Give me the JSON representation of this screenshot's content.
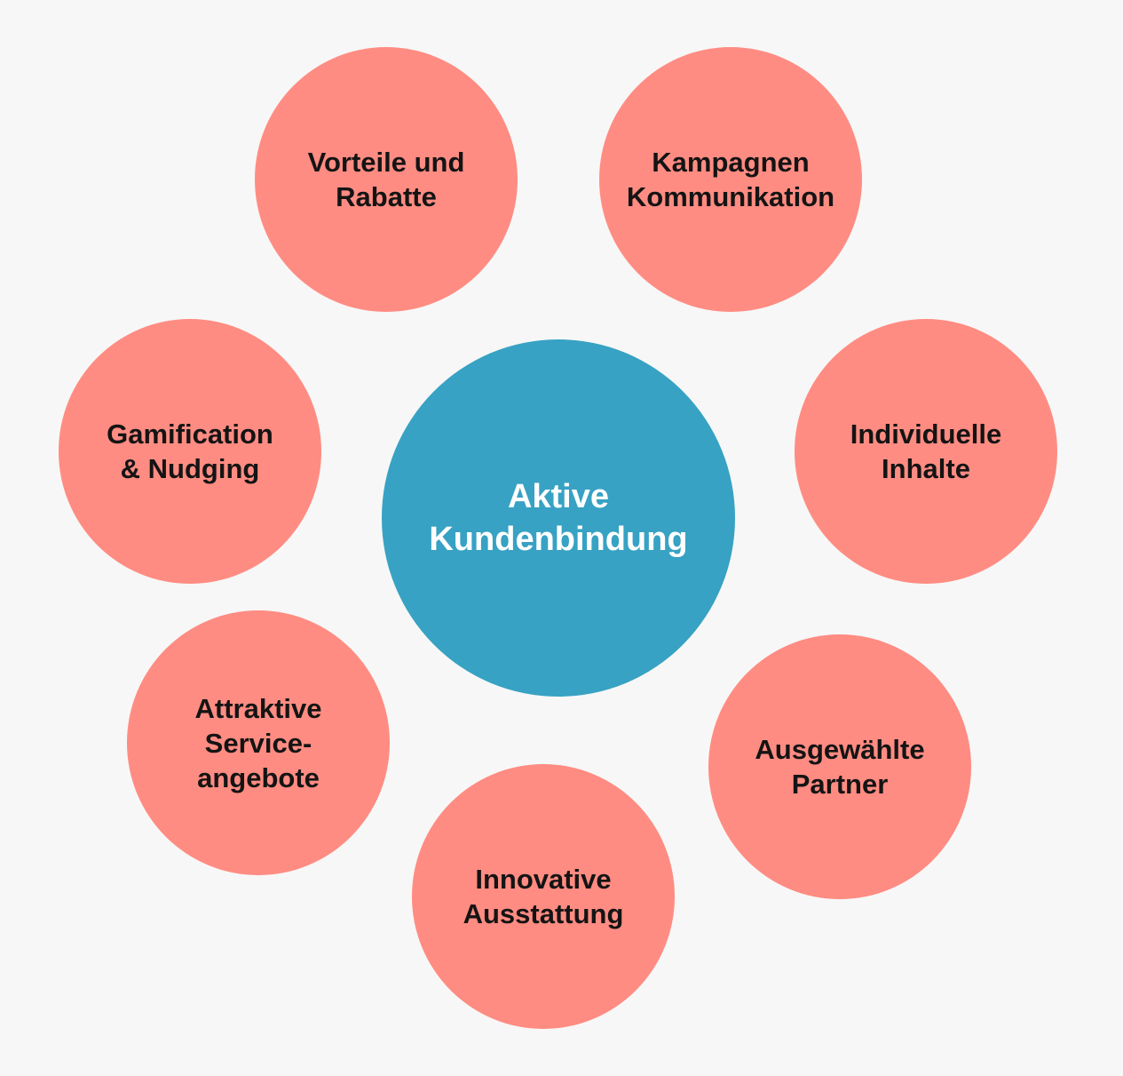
{
  "diagram": {
    "center": {
      "label": "Aktive\nKundenbindung",
      "color": "#37a2c3"
    },
    "satellite_color": "#ff8c82",
    "satellites": [
      {
        "label": "Vorteile und\nRabatte"
      },
      {
        "label": "Kampagnen\nKommunikation"
      },
      {
        "label": "Gamification\n& Nudging"
      },
      {
        "label": "Individuelle\nInhalte"
      },
      {
        "label": "Attraktive\nService-\nangebote"
      },
      {
        "label": "Ausgewählte\nPartner"
      },
      {
        "label": "Innovative\nAusstattung"
      }
    ]
  }
}
